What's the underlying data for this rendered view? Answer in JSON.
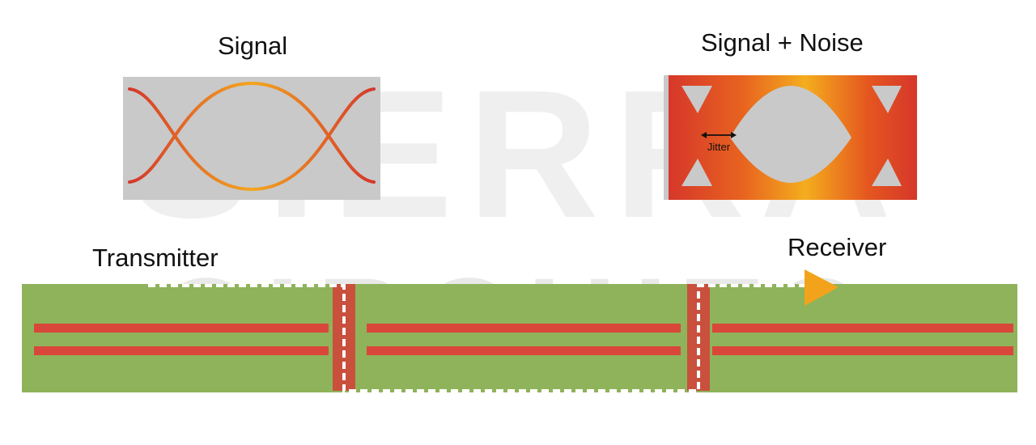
{
  "eye_diagrams": {
    "clean": {
      "title": "Signal"
    },
    "noisy": {
      "title": "Signal + Noise",
      "jitter_label": "Jitter"
    }
  },
  "channel": {
    "transmitter_label": "Transmitter",
    "receiver_label": "Receiver"
  },
  "watermark": {
    "line1": "SIERRA",
    "line2": "CIRCUITS"
  },
  "colors": {
    "board": "#8fb35a",
    "trace": "#d9463a",
    "via": "#c9503d",
    "eye_box": "#c9c9c9",
    "eye_red": "#d83a2c",
    "eye_orange": "#f2a61f",
    "arrow": "#f2a31b"
  }
}
